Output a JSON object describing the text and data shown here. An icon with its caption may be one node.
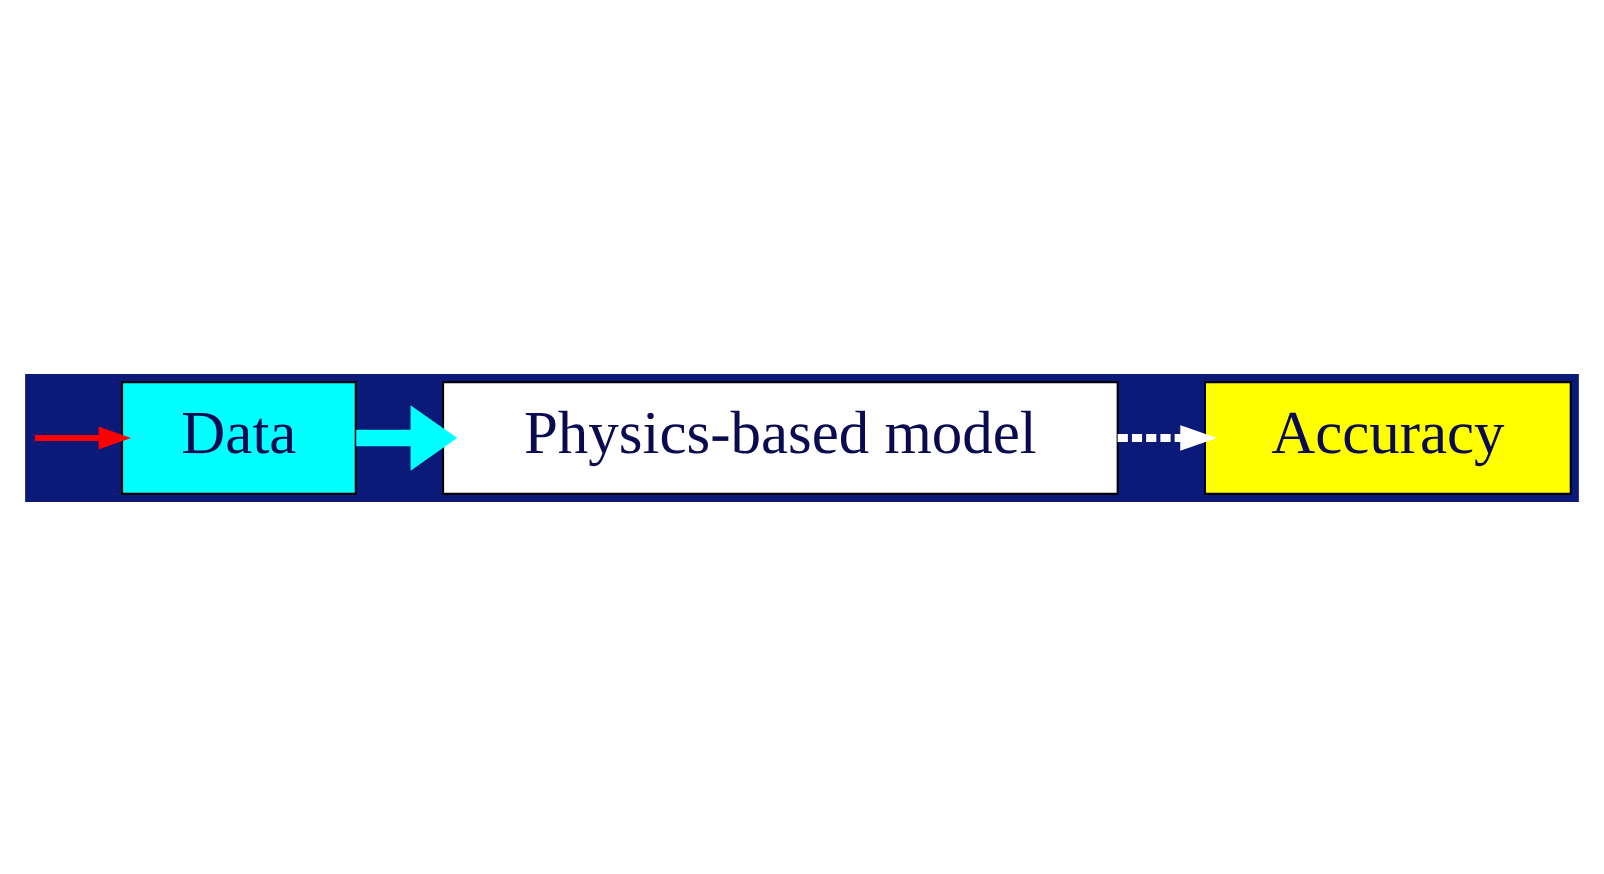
{
  "diagram": {
    "nodes": [
      {
        "text": [
          "Accuracy"
        ]
      },
      {
        "text": [
          "Data"
        ]
      },
      {
        "text": [
          "Physics-based model"
        ]
      }
    ],
    "edges": [
      {
        "from": null,
        "to": 1,
        "arrow": "to",
        "color": "#ff0000"
      },
      {
        "from": 1,
        "to": 2,
        "arrow": "to",
        "style": "thick",
        "color": "#00ffff"
      },
      {
        "from": 2,
        "to": 0,
        "arrow": "to",
        "style": "dashed",
        "color": "#ffffff"
      }
    ]
  }
}
